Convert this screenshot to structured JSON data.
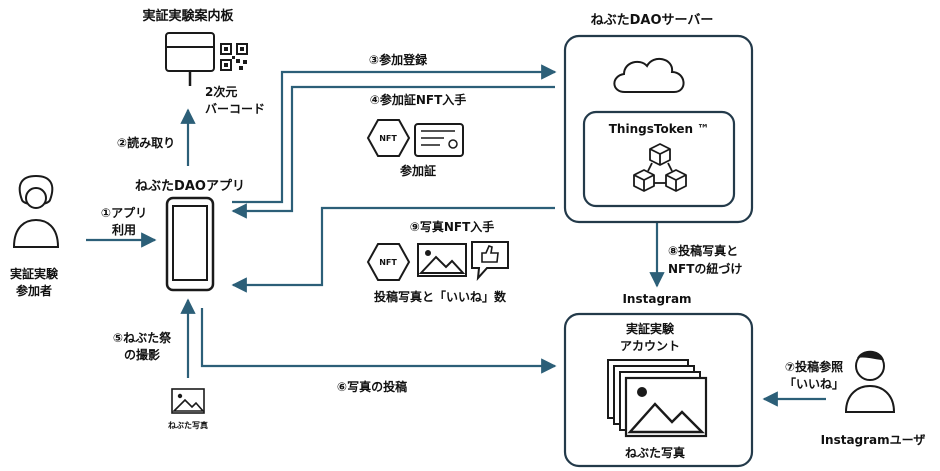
{
  "colors": {
    "arrow": "#2c5f78",
    "box_border": "#233a4a",
    "icon": "#1a1a1a",
    "text": "#111111"
  },
  "labels": {
    "signboard_title": "実証実験案内板",
    "barcode_line1": "2次元",
    "barcode_line2": "バーコード",
    "step2": "②読み取り",
    "app_title": "ねぶたDAOアプリ",
    "step1_line1": "①アプリ",
    "step1_line2": "利用",
    "participant_line1": "実証実験",
    "participant_line2": "参加者",
    "step5_line1": "⑤ねぶた祭",
    "step5_line2": "の撮影",
    "photo_caption": "ねぶた写真",
    "step3": "③参加登録",
    "step4": "④参加証NFT入手",
    "nft_badge": "NFT",
    "nft_badge2": "NFT",
    "certificate_caption": "参加証",
    "step9": "⑨写真NFT入手",
    "photo_likes_caption": "投稿写真と「いいね」数",
    "step6": "⑥写真の投稿",
    "server_title": "ねぶたDAOサーバー",
    "things_token": "ThingsToken ™",
    "step8_line1": "⑧投稿写真と",
    "step8_line2": "NFTの紐づけ",
    "instagram_title": "Instagram",
    "account_line1": "実証実験",
    "account_line2": "アカウント",
    "nebuta_photos": "ねぶた写真",
    "step7_line1": "⑦投稿参照",
    "step7_line2": "「いいね」",
    "instagram_user": "Instagramユーザ"
  },
  "icons": [
    "signboard-icon",
    "qr-code-icon",
    "person-icon",
    "smartphone-icon",
    "photo-icon",
    "cloud-icon",
    "cubes-icon",
    "nft-hexagon-icon",
    "certificate-icon",
    "thumbs-up-icon",
    "photo-stack-icon",
    "user-icon"
  ]
}
